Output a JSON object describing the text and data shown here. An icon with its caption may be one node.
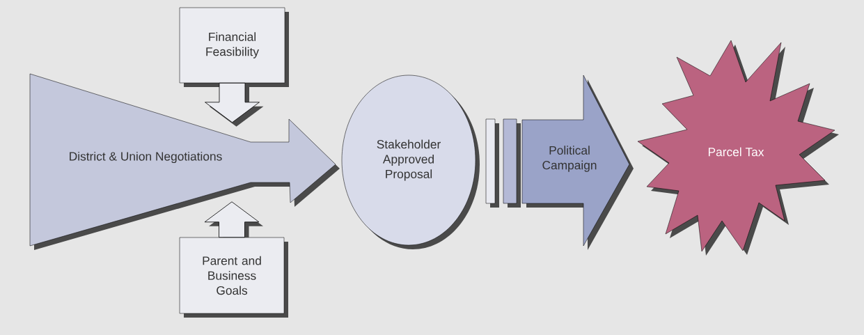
{
  "diagram": {
    "nodes": [
      {
        "text": [
          "Financial Feasibility"
        ]
      },
      {
        "text": [
          "District & Union Negotiations"
        ]
      },
      {
        "text": [
          "Parent and Business Goals"
        ]
      },
      {
        "text": [
          "Stakeholder Approved Proposal"
        ]
      },
      {
        "text": [],
        "shape": "bar"
      },
      {
        "text": [],
        "shape": "bar"
      },
      {
        "text": [
          "Political Campaign"
        ]
      },
      {
        "text": [
          "Parcel Tax"
        ]
      }
    ],
    "edges": [
      {
        "from": 0,
        "to": 1,
        "arrow": "to"
      },
      {
        "from": 2,
        "to": 1,
        "arrow": "to"
      }
    ]
  }
}
